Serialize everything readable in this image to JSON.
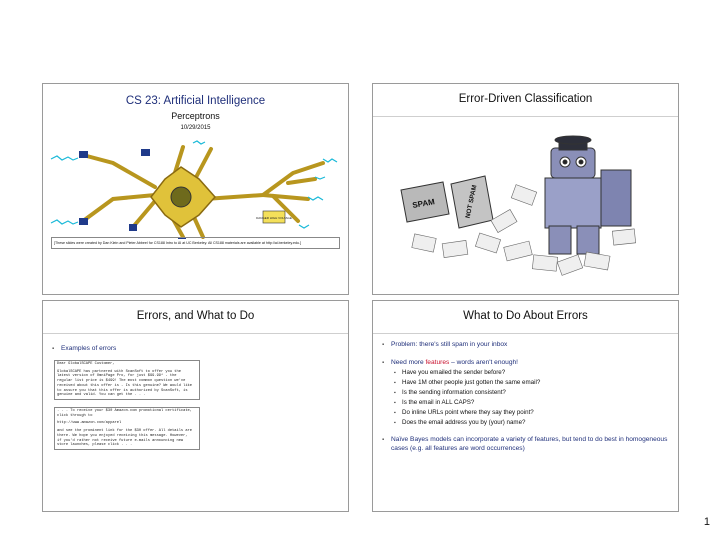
{
  "slide1": {
    "title": "CS 23: Artificial Intelligence",
    "subtitle": "Perceptrons",
    "date": "10/29/2015",
    "credit": "[These slides were created by Dan Klein and Pieter Abbeel for CS188 Intro to AI at UC Berkeley.  All CS188 materials are available at http://ai.berkeley.edu.]",
    "sign_text": "DANGER HIGH VOLTAGE"
  },
  "slide2": {
    "title": "Error-Driven Classification",
    "box_spam": "SPAM",
    "box_not_spam": "NOT SPAM"
  },
  "slide3": {
    "title": "Errors, and What to Do",
    "bullet": "Examples of errors",
    "email1_lines": [
      "Dear GlobalSCAPE Customer,",
      "",
      "GlobalSCAPE has partnered with ScanSoft to offer you the",
      "latest version of OmniPage Pro, for just $99.99* - the",
      "regular list price is $499! The most common question we've",
      "received about this offer is - Is this genuine? We would like",
      "to assure you that this offer is authorized by ScanSoft, is",
      "genuine and valid. You can get the . . ."
    ],
    "email2_lines": [
      ". . . To receive your $30 Amazon.com promotional certificate,",
      "click through to",
      "",
      "  http://www.amazon.com/apparel",
      "",
      "and see the prominent link for the $30 offer. All details are",
      "there. We hope you enjoyed receiving this message. However,",
      "if you'd rather not receive future e-mails announcing new",
      "store launches, please click . . ."
    ]
  },
  "slide4": {
    "title": "What to Do About Errors",
    "b1": "Problem: there's still spam in your inbox",
    "b2_pre": "Need more ",
    "b2_features": "features",
    "b2_post": " – words aren't enough!",
    "sub": [
      "Have you emailed the sender before?",
      "Have 1M other people just gotten the same email?",
      "Is the sending information consistent?",
      "Is the email in ALL CAPS?",
      "Do inline URLs point where they say they point?",
      "Does the email address you by (your) name?"
    ],
    "b3": "Naïve Bayes models can incorporate a variety of features, but tend to do best in homogeneous cases (e.g. all features are word occurrences)"
  },
  "page_number": "1",
  "colors": {
    "navy": "#1f2f7a",
    "features_red": "#c8102e",
    "neuron_gold": "#e0c23a",
    "spark_cyan": "#19b9d8"
  }
}
